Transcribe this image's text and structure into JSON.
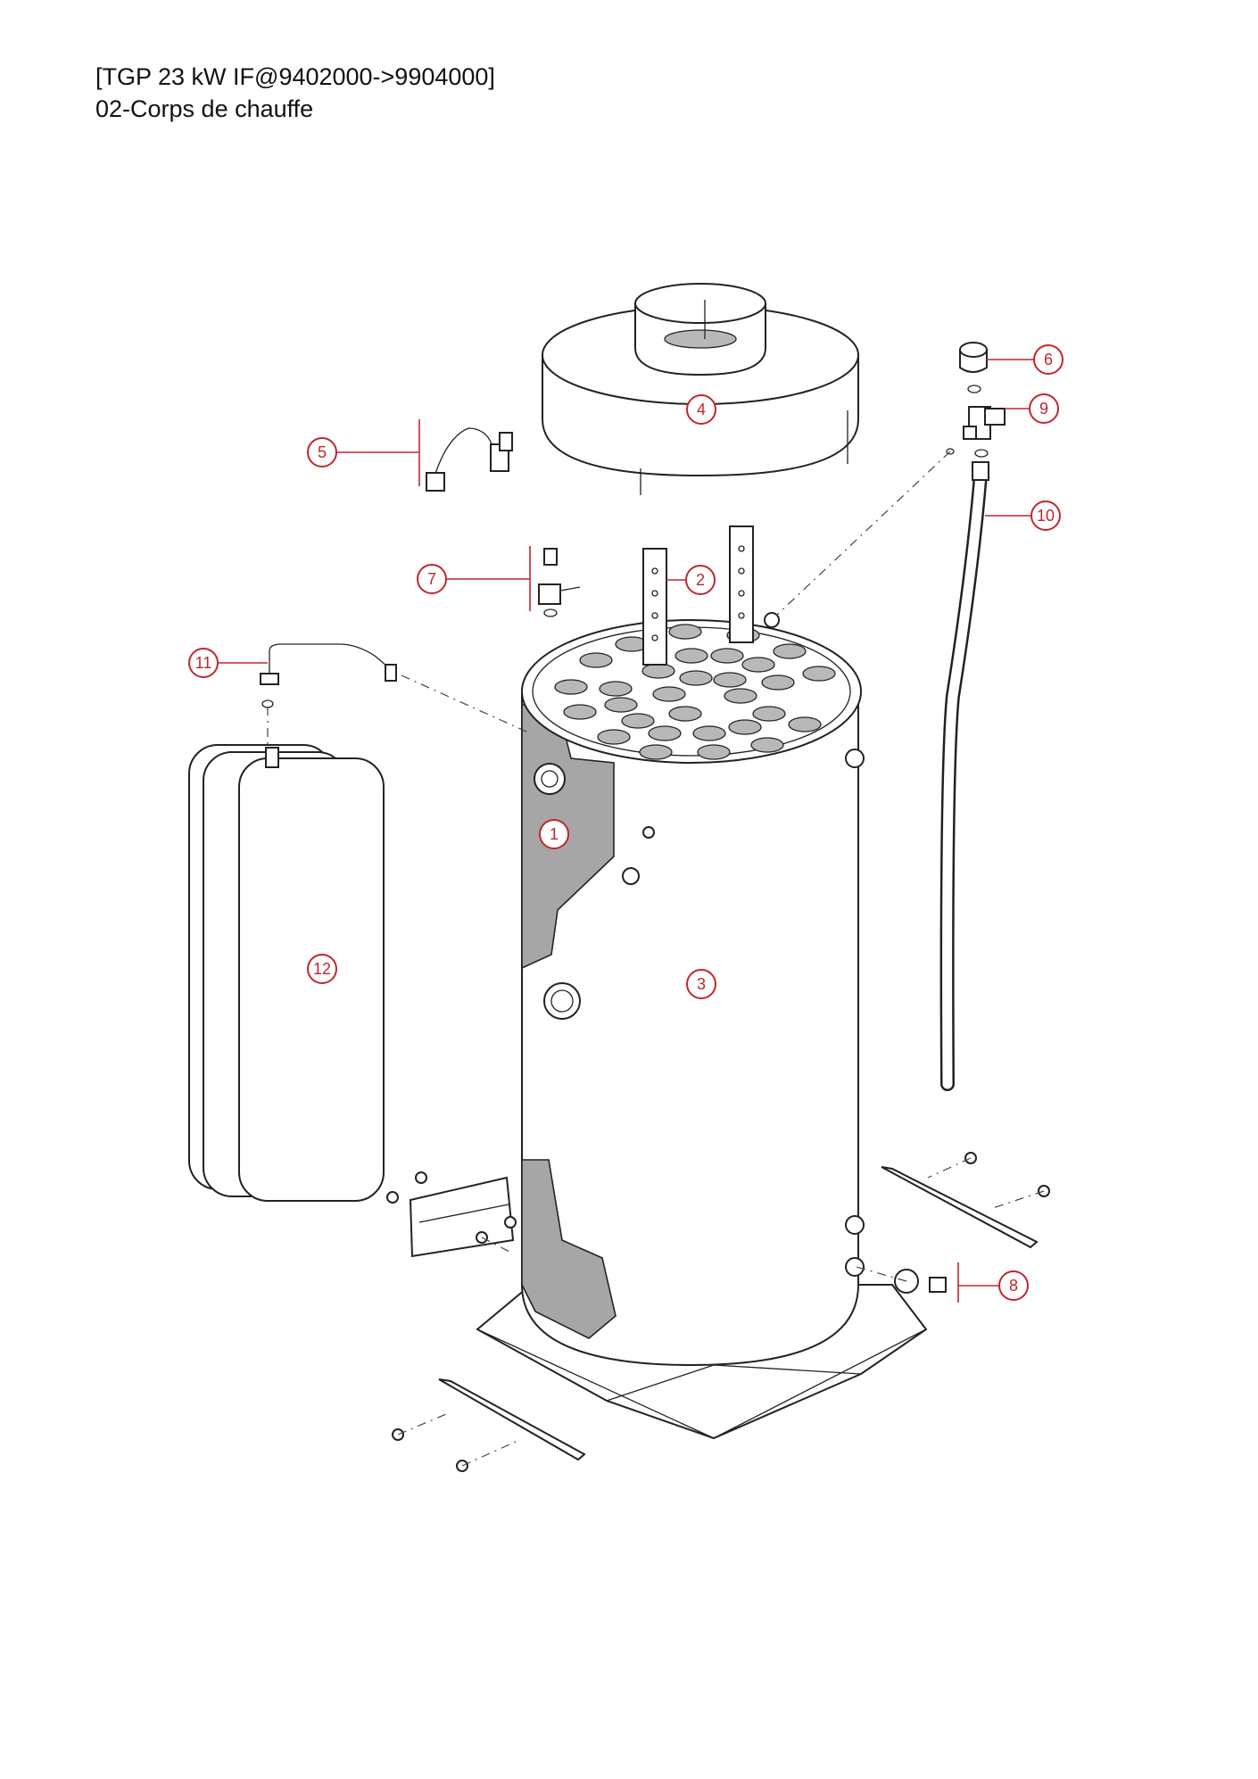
{
  "header": {
    "line1": "[TGP 23 kW IF@9402000->9904000]",
    "line2": "02-Corps de chauffe"
  },
  "callouts": [
    "1",
    "2",
    "3",
    "4",
    "5",
    "6",
    "7",
    "8",
    "9",
    "10",
    "11",
    "12"
  ],
  "colors": {
    "callout": "#c0262d",
    "insulation": "#a6a6a6",
    "line": "#222222"
  }
}
